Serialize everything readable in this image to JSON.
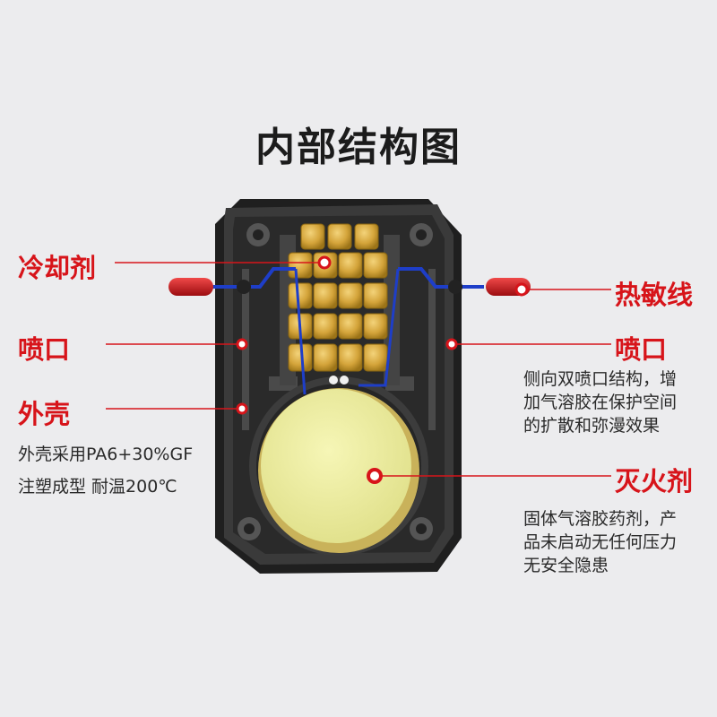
{
  "title": "内部结构图",
  "left_labels": {
    "coolant": "冷却剂",
    "nozzle": "喷口",
    "shell": "外壳",
    "shell_desc_line1": "外壳采用PA6+30%GF",
    "shell_desc_line2": "注塑成型  耐温200℃"
  },
  "right_labels": {
    "thermal_wire": "热敏线",
    "nozzle": "喷口",
    "nozzle_desc_line1": "侧向双喷口结构，增",
    "nozzle_desc_line2": "加气溶胶在保护空间",
    "nozzle_desc_line3": "的扩散和弥漫效果",
    "agent": "灭火剂",
    "agent_desc_line1": "固体气溶胶药剂，产",
    "agent_desc_line2": "品未启动无任何压力",
    "agent_desc_line3": "无安全隐患"
  },
  "colors": {
    "accent_red": "#d7141a",
    "housing": "#2b2b2b",
    "coolant_gold": "#d4a93a",
    "agent_yellow": "#eeee9a"
  }
}
